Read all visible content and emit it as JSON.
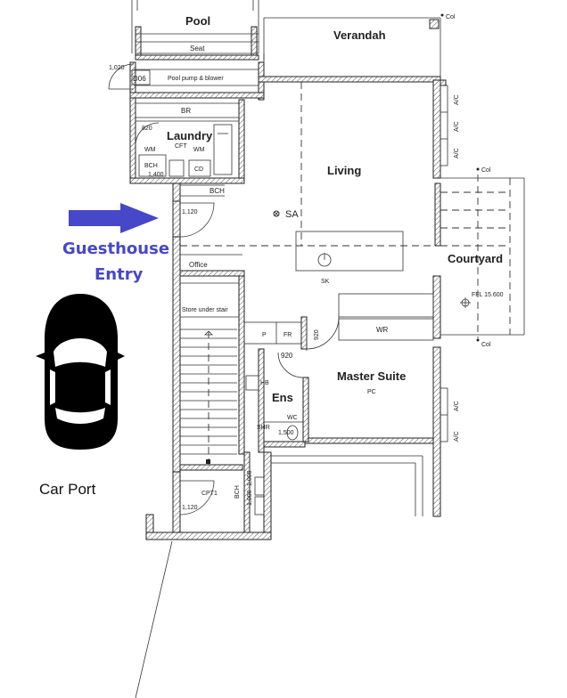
{
  "rooms": {
    "pool": "Pool",
    "verandah": "Verandah",
    "seat": "Seat",
    "pool_pump": "Pool pump & blower",
    "door_d06": "D06",
    "dim_1020": "1,020",
    "br": "BR",
    "laundry": "Laundry",
    "dim_820_a": "820",
    "wm_left": "WM",
    "cft": "CFT",
    "wm_right": "WM",
    "bch_laundry": "BCH",
    "cd": "CD",
    "dim_1400": "1,400",
    "bch_hall": "BCH",
    "dim_1120_top": "1,120",
    "living": "Living",
    "sa": "SA",
    "office": "Office",
    "store": "Store under stair",
    "sk": "SK",
    "courtyard": "Courtyard",
    "ffl": "FFL 15.600",
    "col_top": "Col",
    "col_mid": "Col",
    "col_low": "Col",
    "ac1": "A/C",
    "ac2": "A/C",
    "ac3": "A/C",
    "ac4": "A/C",
    "ac5": "A/C",
    "p": "P",
    "fr": "FR",
    "dim_920_v": "920",
    "dim_920": "920",
    "wr": "WR",
    "master": "Master Suite",
    "pc": "PC",
    "hb": "HB",
    "ens": "Ens",
    "shr": "SHR",
    "wc": "WC",
    "dim_1500": "1,500",
    "bch_stair": "BCH",
    "cpt1": "CPT1",
    "dim_1000_a": "1,000",
    "dim_1000_b": "1,000",
    "dim_1120_bottom": "1,120"
  },
  "annotations": {
    "entry_line1": "Guesthouse",
    "entry_line2": "Entry",
    "entry_color": "#4747c9",
    "car_port": "Car Port"
  },
  "icons": [
    "arrow-right-icon",
    "car-icon",
    "smoke-alarm-icon",
    "power-icon",
    "level-marker-icon"
  ]
}
